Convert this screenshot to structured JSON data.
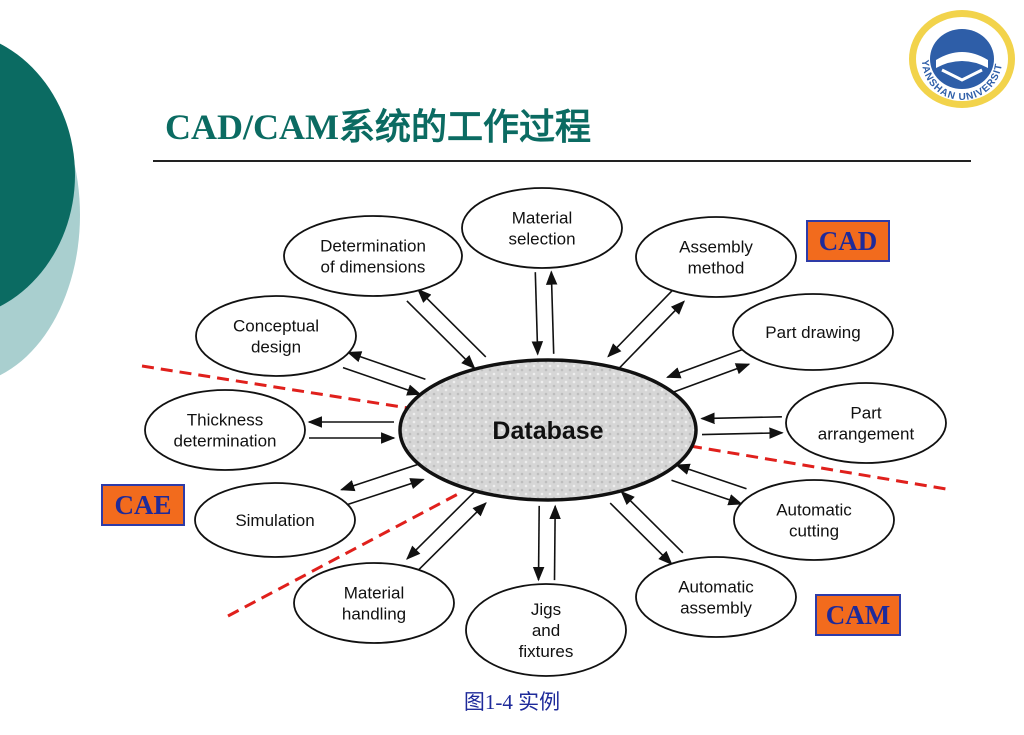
{
  "slide": {
    "title": "CAD/CAM系统的工作过程",
    "caption": "图1-4  实例",
    "colors": {
      "title": "#0b6b62",
      "tag_fill": "#f26b1d",
      "tag_text": "#1e2a9a",
      "divider": "#e0201c"
    }
  },
  "logo": {
    "text": "YANSHAN UNIVERSITY",
    "icon": "university-seal-icon"
  },
  "diagram": {
    "center": "Database",
    "nodes": [
      {
        "id": "material-selection",
        "lines": [
          "Material",
          "selection"
        ]
      },
      {
        "id": "assembly-method",
        "lines": [
          "Assembly",
          "method"
        ]
      },
      {
        "id": "part-drawing",
        "lines": [
          "Part drawing"
        ]
      },
      {
        "id": "part-arrangement",
        "lines": [
          "Part",
          "arrangement"
        ]
      },
      {
        "id": "automatic-cutting",
        "lines": [
          "Automatic",
          "cutting"
        ]
      },
      {
        "id": "automatic-assembly",
        "lines": [
          "Automatic",
          "assembly"
        ]
      },
      {
        "id": "jigs-and-fixtures",
        "lines": [
          "Jigs",
          "and",
          "fixtures"
        ]
      },
      {
        "id": "material-handling",
        "lines": [
          "Material",
          "handling"
        ]
      },
      {
        "id": "simulation",
        "lines": [
          "Simulation"
        ]
      },
      {
        "id": "thickness-determination",
        "lines": [
          "Thickness",
          "determination"
        ]
      },
      {
        "id": "conceptual-design",
        "lines": [
          "Conceptual",
          "design"
        ]
      },
      {
        "id": "determination-of-dimensions",
        "lines": [
          "Determination",
          "of dimensions"
        ]
      }
    ],
    "tags": {
      "cad": "CAD",
      "cae": "CAE",
      "cam": "CAM"
    }
  }
}
